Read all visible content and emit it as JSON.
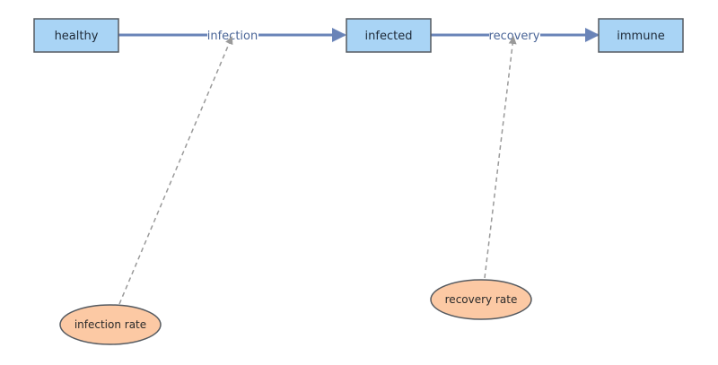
{
  "colors": {
    "stock_fill": "#a9d4f5",
    "auxiliary_fill": "#fcc9a4",
    "flow_color": "#6a84b8",
    "link_color": "#9a9a9a"
  },
  "stocks": {
    "healthy": "healthy",
    "infected": "infected",
    "immune": "immune"
  },
  "flows": {
    "infection": "infection",
    "recovery": "recovery"
  },
  "auxiliaries": {
    "infection_rate": "infection rate",
    "recovery_rate": "recovery rate"
  }
}
